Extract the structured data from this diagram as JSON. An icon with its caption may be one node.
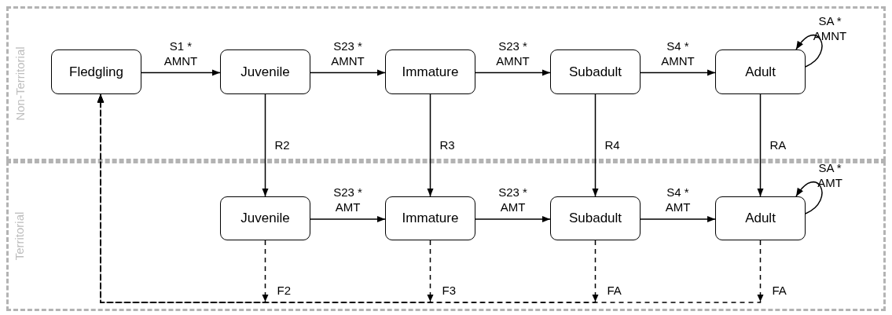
{
  "diagram": {
    "nodes": [
      {
        "text": [
          "Non-Territorial"
        ]
      },
      {
        "text": [
          "Fledgling"
        ],
        "in": 0
      },
      {
        "text": [
          "Juvenile"
        ],
        "in": 0
      },
      {
        "text": [
          "Immature"
        ],
        "in": 0
      },
      {
        "text": [
          "Subadult"
        ],
        "in": 0
      },
      {
        "text": [
          "Adult"
        ],
        "in": 0
      },
      {
        "text": [
          "Territorial"
        ]
      },
      {
        "text": [
          "Juvenile"
        ],
        "in": 6
      },
      {
        "text": [
          "Immature"
        ],
        "in": 6
      },
      {
        "text": [
          "Subadult"
        ],
        "in": 6
      },
      {
        "text": [
          "Adult"
        ],
        "in": 6
      }
    ],
    "edges": [
      {
        "from": 1,
        "to": 2,
        "arrow": "to",
        "label": "S1 * AMNT"
      },
      {
        "from": 2,
        "to": 3,
        "arrow": "to",
        "label": "S23 * AMNT"
      },
      {
        "from": 3,
        "to": 4,
        "arrow": "to",
        "label": "S23 * AMNT"
      },
      {
        "from": 4,
        "to": 5,
        "arrow": "to",
        "label": "S4 * AMNT"
      },
      {
        "from": 5,
        "to": 5,
        "arrow": "to",
        "label": "SA * AMNT"
      },
      {
        "from": 2,
        "to": 7,
        "arrow": "to",
        "label": "R2"
      },
      {
        "from": 3,
        "to": 8,
        "arrow": "to",
        "label": "R3"
      },
      {
        "from": 4,
        "to": 9,
        "arrow": "to",
        "label": "R4"
      },
      {
        "from": 5,
        "to": 10,
        "arrow": "to",
        "label": "RA"
      },
      {
        "from": 7,
        "to": 8,
        "arrow": "to",
        "label": "S23 * AMT"
      },
      {
        "from": 8,
        "to": 9,
        "arrow": "to",
        "label": "S23 * AMT"
      },
      {
        "from": 9,
        "to": 10,
        "arrow": "to",
        "label": "S4 * AMT"
      },
      {
        "from": 10,
        "to": 10,
        "arrow": "to",
        "label": "SA * AMT"
      },
      {
        "from": 7,
        "to": 1,
        "arrow": "to",
        "label": "F2",
        "style": "dashed"
      },
      {
        "from": 8,
        "to": 1,
        "arrow": "to",
        "label": "F3",
        "style": "dashed"
      },
      {
        "from": 9,
        "to": 1,
        "arrow": "to",
        "label": "FA",
        "style": "dashed"
      },
      {
        "from": 10,
        "to": 1,
        "arrow": "to",
        "label": "FA",
        "style": "dashed"
      }
    ]
  }
}
